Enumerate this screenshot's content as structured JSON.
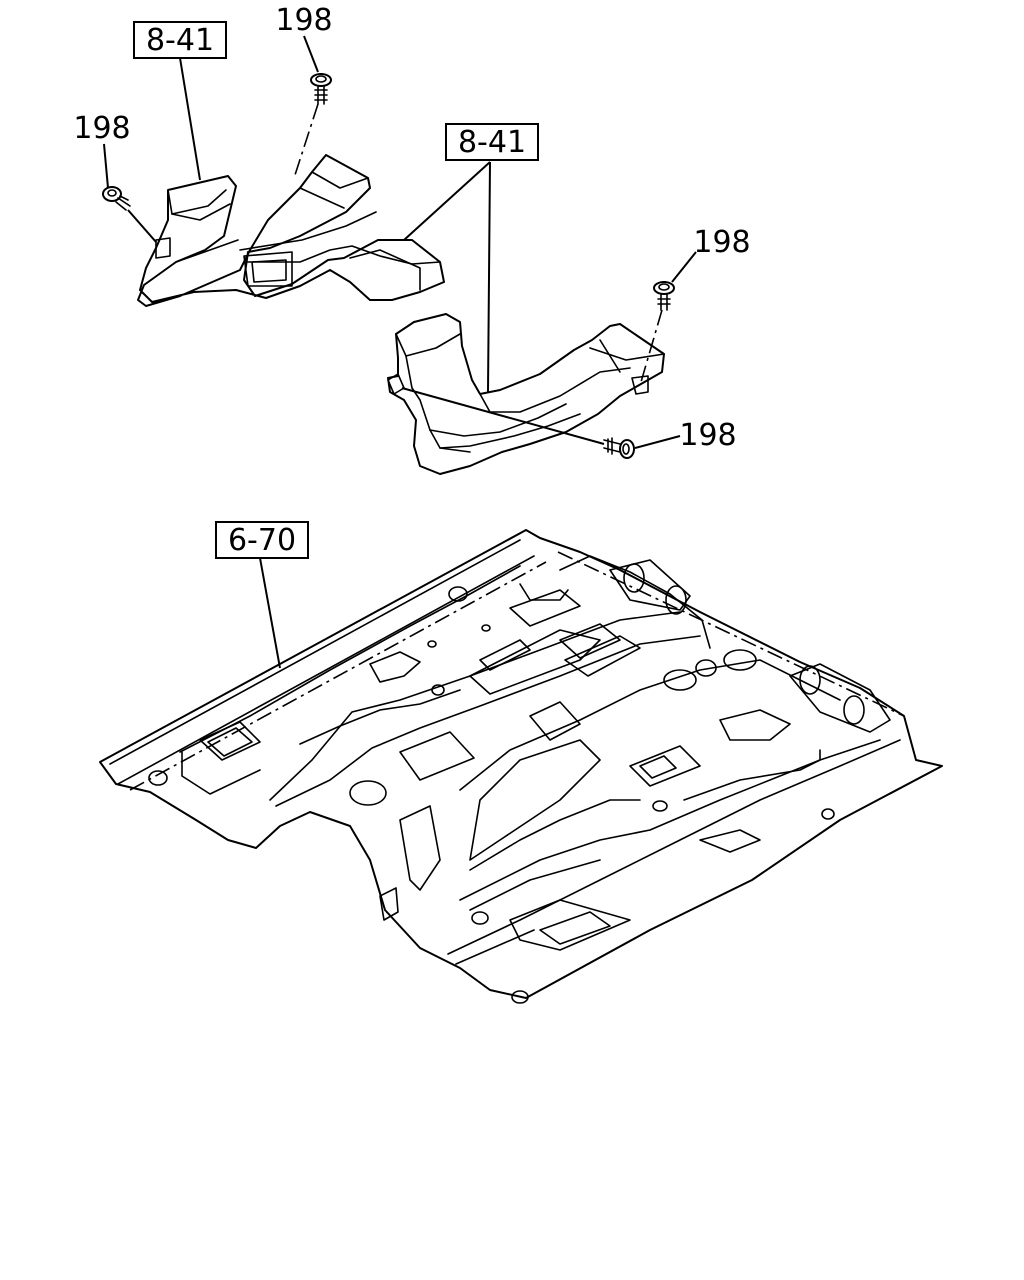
{
  "callouts": {
    "duct_left": "8-41",
    "duct_right": "8-41",
    "floor_panel": "6-70"
  },
  "part_numbers": {
    "clip_top": "198",
    "clip_left": "198",
    "clip_right_upper": "198",
    "clip_right_lower": "198"
  }
}
